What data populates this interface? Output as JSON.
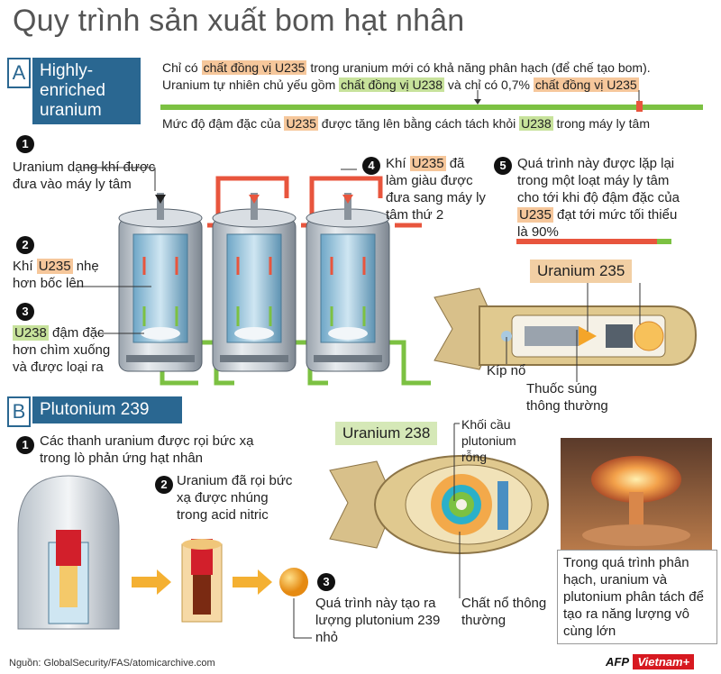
{
  "title": "Quy trình sản xuất bom hạt nhân",
  "sectionA": {
    "letter": "A",
    "label": "Highly-enriched uranium",
    "info_line1_pre": "Chỉ có ",
    "info_line1_hl": "chất đồng vị U235",
    "info_line1_post": " trong uranium mới có khả năng phân hạch (để chế tạo bom).",
    "info_line2_pre": "Uranium tự nhiên chủ yếu gồm ",
    "info_line2_hlg": "chất đồng vị U238",
    "info_line2_mid": " và chỉ có 0,7% ",
    "info_line2_hl": "chất đồng vị U235",
    "info_line3_pre": "Mức độ đậm đặc của ",
    "info_line3_hl": "U235",
    "info_line3_mid": " được tăng lên bằng cách tách khỏi ",
    "info_line3_hlg": "U238",
    "info_line3_post": " trong máy ly tâm",
    "step1_num": "1",
    "step1_text": "Uranium dạng khí được đưa vào máy ly tâm",
    "step2_num": "2",
    "step2_pre": "Khí ",
    "step2_hl": "U235",
    "step2_post": " nhẹ hơn bốc lên",
    "step3_num": "3",
    "step3_hlg": "U238",
    "step3_post": " đậm đặc hơn chìm xuống và được loại ra",
    "step4_num": "4",
    "step4_pre": "Khí ",
    "step4_hl": "U235",
    "step4_post": " đã làm giàu được đưa sang máy ly tâm thứ 2",
    "step5_num": "5",
    "step5_pre": "Quá trình này được lặp lại trong một loạt máy ly tâm cho tới khi độ đậm đặc của ",
    "step5_hl": "U235",
    "step5_post": " đạt tới mức tối thiểu là 90%",
    "bomb_label": "Uranium 235",
    "kip_no": "Kíp nổ",
    "thuoc_sung": "Thuốc súng thông thường"
  },
  "sectionB": {
    "letter": "B",
    "label": "Plutonium 239",
    "step1_num": "1",
    "step1_text": "Các thanh uranium được rọi bức xạ trong lò phản ứng hạt nhân",
    "step2_num": "2",
    "step2_text": "Uranium đã rọi bức xạ được nhúng trong acid nitric",
    "step3_num": "3",
    "step3_text": "Quá trình này tạo ra lượng plutonium 239 nhỏ",
    "bomb_label": "Uranium 238",
    "khoi_cau": "Khối cầu plutonium rỗng",
    "chat_no": "Chất nổ thông thường",
    "caption": "Trong quá trình phân hạch, uranium và plutonium phân tách để tạo ra năng lượng vô cùng lớn"
  },
  "footer": {
    "source": "Nguồn: GlobalSecurity/FAS/atomicarchive.com",
    "afp": "AFP",
    "vietnam": "Vietnam+"
  },
  "colors": {
    "section_blue": "#2a6791",
    "u235_orange": "#f6c79b",
    "u238_green": "#c7e29b",
    "bar_green": "#7cc142",
    "bar_red": "#e8553d"
  }
}
